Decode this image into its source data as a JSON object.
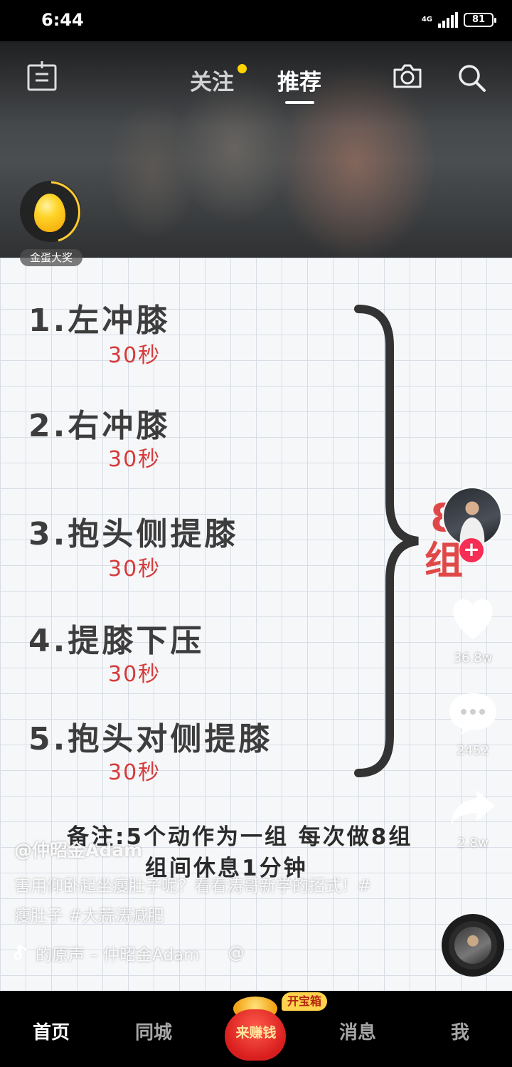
{
  "status_bar": {
    "time": "6:44",
    "network": "4G",
    "battery": "81"
  },
  "top_nav": {
    "tabs": [
      {
        "label": "关注"
      },
      {
        "label": "推荐"
      }
    ]
  },
  "golden_egg": {
    "label": "金蛋大奖"
  },
  "video": {
    "exercises": [
      {
        "title": "1.左冲膝",
        "time": "30秒"
      },
      {
        "title": "2.右冲膝",
        "time": "30秒"
      },
      {
        "title": "3.抱头侧提膝",
        "time": "30秒"
      },
      {
        "title": "4.提膝下压",
        "time": "30秒"
      },
      {
        "title": "5.抱头对侧提膝",
        "time": "30秒"
      }
    ],
    "sets": "8组",
    "note_line1": "备注:5个动作为一组 每次做8组",
    "note_line2": "组间休息1分钟"
  },
  "post": {
    "author": "@仲昭金Adam",
    "caption": "害用仰卧起坐瘦肚子呢？看看涛哥新学的招式！#瘦肚子 #大蒜涛减肥",
    "music": "的原声 – 仲昭金Adam",
    "music_at": "@"
  },
  "actions": {
    "likes": "36.8w",
    "comments": "2452",
    "shares": "2.8w"
  },
  "bottom_nav": {
    "home": "首页",
    "city": "同城",
    "earn": "来赚钱",
    "chest": "开宝箱",
    "messages": "消息",
    "me": "我"
  },
  "colors": {
    "accent_red": "#f62d54",
    "time_red": "#d63b3b",
    "dot_yellow": "#ffd400"
  }
}
